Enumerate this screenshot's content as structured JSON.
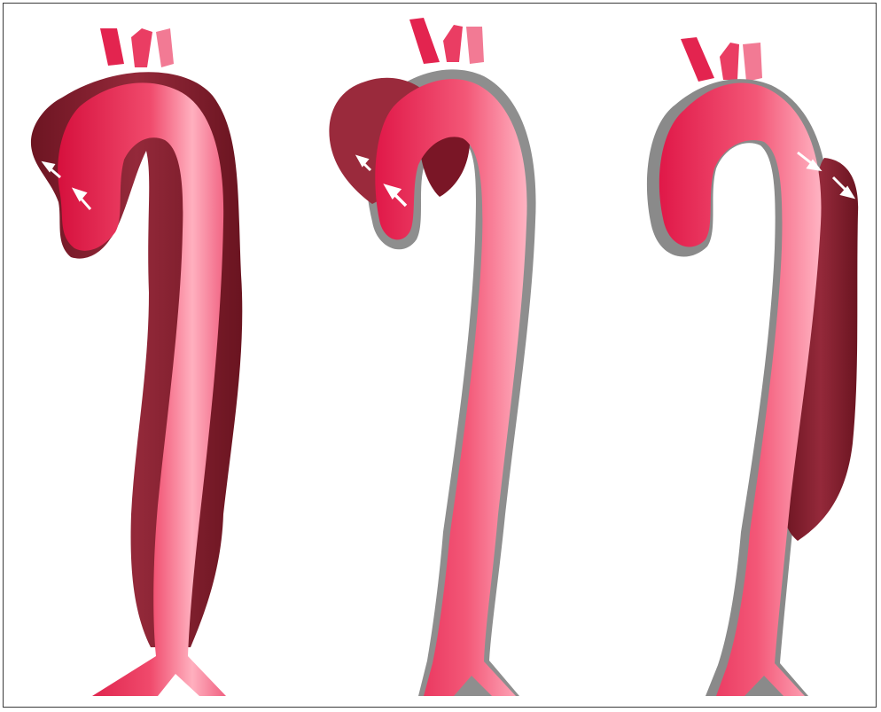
{
  "figure": {
    "panels": [
      {
        "id": "dissection-type-a-extensive",
        "false_lumen_color": "#7e1a28"
      },
      {
        "id": "dissection-ascending-limited",
        "false_lumen_color": "#8e2232"
      },
      {
        "id": "dissection-descending-type-b",
        "false_lumen_color": "#7c1d2a"
      }
    ],
    "colors": {
      "true_lumen_light": "#ffb0bf",
      "true_lumen_mid": "#f04a6c",
      "true_lumen_dark": "#d6103d",
      "adventitia_gray": "#8e8e8e",
      "arrow": "#ffffff",
      "border": "#3a3a3a"
    }
  }
}
